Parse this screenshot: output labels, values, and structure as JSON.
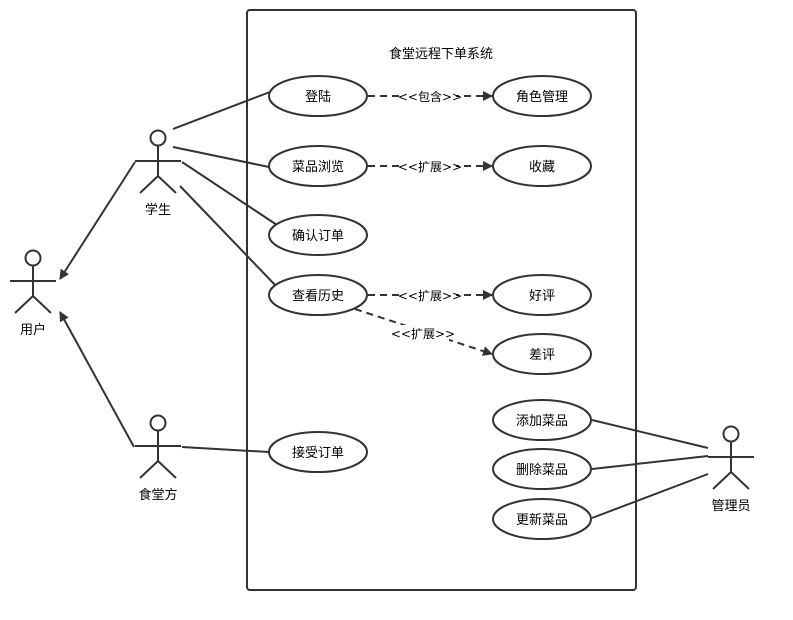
{
  "diagram": {
    "system_title": "食堂远程下单系统",
    "actors": {
      "user": "用户",
      "student": "学生",
      "canteen": "食堂方",
      "admin": "管理员"
    },
    "usecases": {
      "login": "登陆",
      "role_manage": "角色管理",
      "browse": "菜品浏览",
      "favorite": "收藏",
      "confirm_order": "确认订单",
      "history": "查看历史",
      "good_review": "好评",
      "bad_review": "差评",
      "accept_order": "接受订单",
      "add_dish": "添加菜品",
      "delete_dish": "删除菜品",
      "update_dish": "更新菜品"
    },
    "relations": {
      "include": "<<包含>>",
      "extend_browse": "<<扩展>>",
      "extend_good": "<<扩展>>",
      "extend_bad": "<<扩展>>"
    }
  }
}
